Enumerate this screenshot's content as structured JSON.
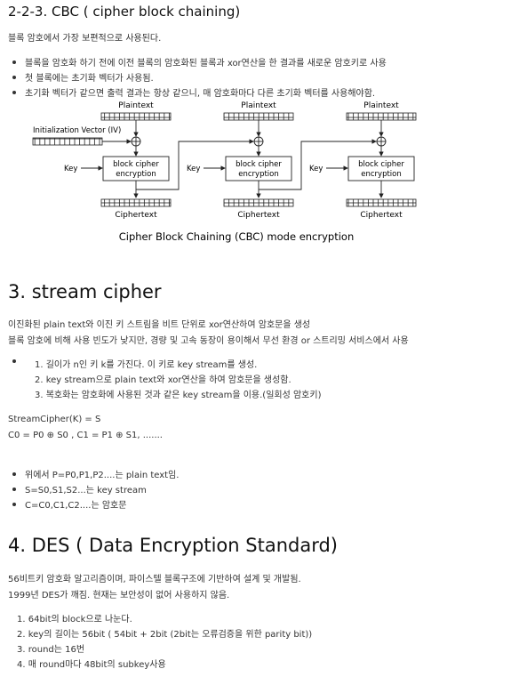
{
  "cbc": {
    "heading": "2-2-3. CBC ( cipher block chaining)",
    "intro": "블록 암호에서 가장 보편적으로 사용된다.",
    "bullets": [
      "블록을 암호화 하기 전에 이전 블록의 암호화된 블록과 xor연산을 한 결과를 새로운 암호키로 사용",
      "첫 블록에는 초기화 벡터가 사용됨.",
      "초기화 벡터가 같으면 출력 결과는 항상 같으니, 매 암호화마다 다른 초기화 벡터를 사용해야함."
    ],
    "diagram": {
      "plaintext": "Plaintext",
      "ciphertext": "Ciphertext",
      "iv": "Initialization Vector (IV)",
      "key": "Key",
      "block_line1": "block cipher",
      "block_line2": "encryption",
      "caption": "Cipher Block Chaining (CBC) mode encryption"
    }
  },
  "stream": {
    "heading": "3. stream cipher",
    "lines": [
      "이진화된 plain text와 이진 키 스트림을 비트 단위로 xor연산하여 암호문을 생성",
      "블록 암호에 비해 사용 빈도가 낮지만, 경량 및 고속 동장이 용이해서 무선 환경 or 스트리밍 서비스에서 사용"
    ],
    "numbered": [
      "1. 길이가 n인 키 k를 가진다. 이 키로 key stream를 생성.",
      "2. key stream으로 plain text와 xor연산을 하여 암호문을 생성함.",
      "3. 복호화는 암호화에 사용된 것과 같은 key stream을 이용.(일회성 암호키)"
    ],
    "formula1": "StreamCipher(K) = S",
    "formula2": "C0 = P0 ⊕ S0 , C1 = P1 ⊕ S1, .......",
    "bullets": [
      "위에서 P=P0,P1,P2....는 plain text임.",
      "S=S0,S1,S2...는 key stream",
      "C=C0,C1,C2....는 암호문"
    ]
  },
  "des": {
    "heading": "4. DES ( Data Encryption Standard)",
    "lines": [
      "56비트키 암호화 알고리즘이며, 파이스텔 블록구조에 기반하여 설계 및 개발됨.",
      "1999년 DES가 깨짐. 현재는 보안성이 없어 사용하지 않음."
    ],
    "numbered": [
      "1. 64bit의 block으로 나눈다.",
      "2. key의 길이는 56bit ( 54bit + 2bit (2bit는 오류검증을 위한 parity bit))",
      "3. round는 16번",
      "4. 매 round마다 48bit의 subkey사용"
    ]
  }
}
